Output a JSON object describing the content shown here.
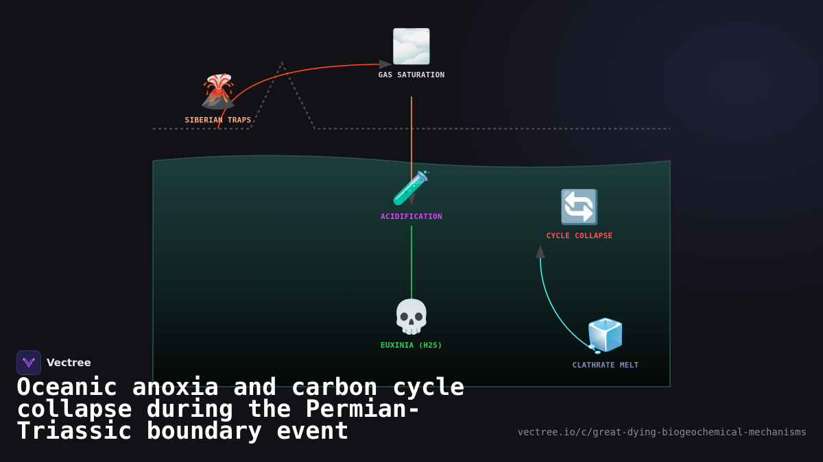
{
  "nodes": {
    "siberian_traps": {
      "icon": "🌋",
      "label": "SIBERIAN TRAPS",
      "color": "#ffab80"
    },
    "gas_saturation": {
      "icon": "🌫️",
      "label": "GAS SATURATION",
      "color": "#d9d9e0"
    },
    "acidification": {
      "icon": "🧪",
      "label": "ACIDIFICATION",
      "color": "#e040fb"
    },
    "cycle_collapse": {
      "icon": "🔄",
      "label": "CYCLE COLLAPSE",
      "color": "#ff5252"
    },
    "euxinia": {
      "icon": "💀",
      "label": "EUXINIA (H2S)",
      "color": "#34d058"
    },
    "clathrate_melt": {
      "icon": "🧊",
      "label": "CLATHRATE MELT",
      "color": "#7f8ab0"
    }
  },
  "colors": {
    "arrow_traps_to_gas": "#ff4a1c",
    "arrow_gas_to_acid": "#ff9a3c",
    "arrow_acid_to_euxinia": "#2ed158",
    "arrow_clathrate_to_collapse": "#4ef0f0"
  },
  "brand": {
    "name": "Vectree"
  },
  "title": "Oceanic anoxia and carbon cycle collapse during the Permian-Triassic boundary event",
  "url": "vectree.io/c/great-dying-biogeochemical-mechanisms"
}
